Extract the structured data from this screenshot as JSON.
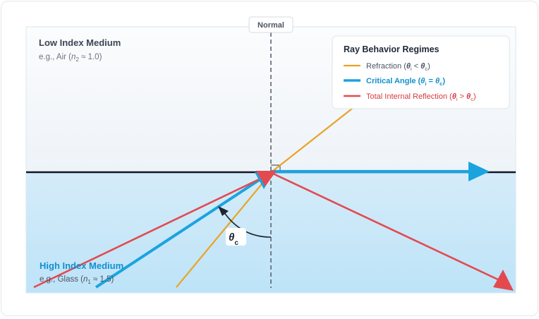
{
  "normal_label": "Normal",
  "low_medium": {
    "title": "Low Index Medium",
    "caption": {
      "prefix": "e.g., Air (",
      "var": "n",
      "sub": "2",
      "suffix": " ≈ 1.0)"
    }
  },
  "high_medium": {
    "title": "High Index Medium",
    "caption": {
      "prefix": "e.g., Glass (",
      "var": "n",
      "sub": "1",
      "suffix": " ≈ 1.5)"
    }
  },
  "angle_label": {
    "symbol": "θ",
    "sub": "c"
  },
  "legend": {
    "title": "Ray Behavior Regimes",
    "items": [
      {
        "name": "Refraction",
        "cond_open": " (",
        "a": "θ",
        "a_sub": "i",
        "op": " < ",
        "b": "θ",
        "b_sub": "c",
        "cond_close": ")",
        "color": "#e8a424",
        "weight": "normal"
      },
      {
        "name": "Critical Angle",
        "cond_open": " (",
        "a": "θ",
        "a_sub": "i",
        "op": " = ",
        "b": "θ",
        "b_sub": "c",
        "cond_close": ")",
        "color": "#1ba3e0",
        "weight": "bold"
      },
      {
        "name": "Total Internal Reflection",
        "cond_open": " (",
        "a": "θ",
        "a_sub": "i",
        "op": " > ",
        "b": "θ",
        "b_sub": "c",
        "cond_close": ")",
        "color": "#e34a50",
        "weight": "normal"
      }
    ]
  },
  "colors": {
    "refraction": "#e8a424",
    "critical": "#1ba3e0",
    "tir": "#e34a50",
    "low_title": "#3b4654",
    "high_title": "#1290cf",
    "interface": "#111827",
    "normal_line": "#5b6572"
  }
}
